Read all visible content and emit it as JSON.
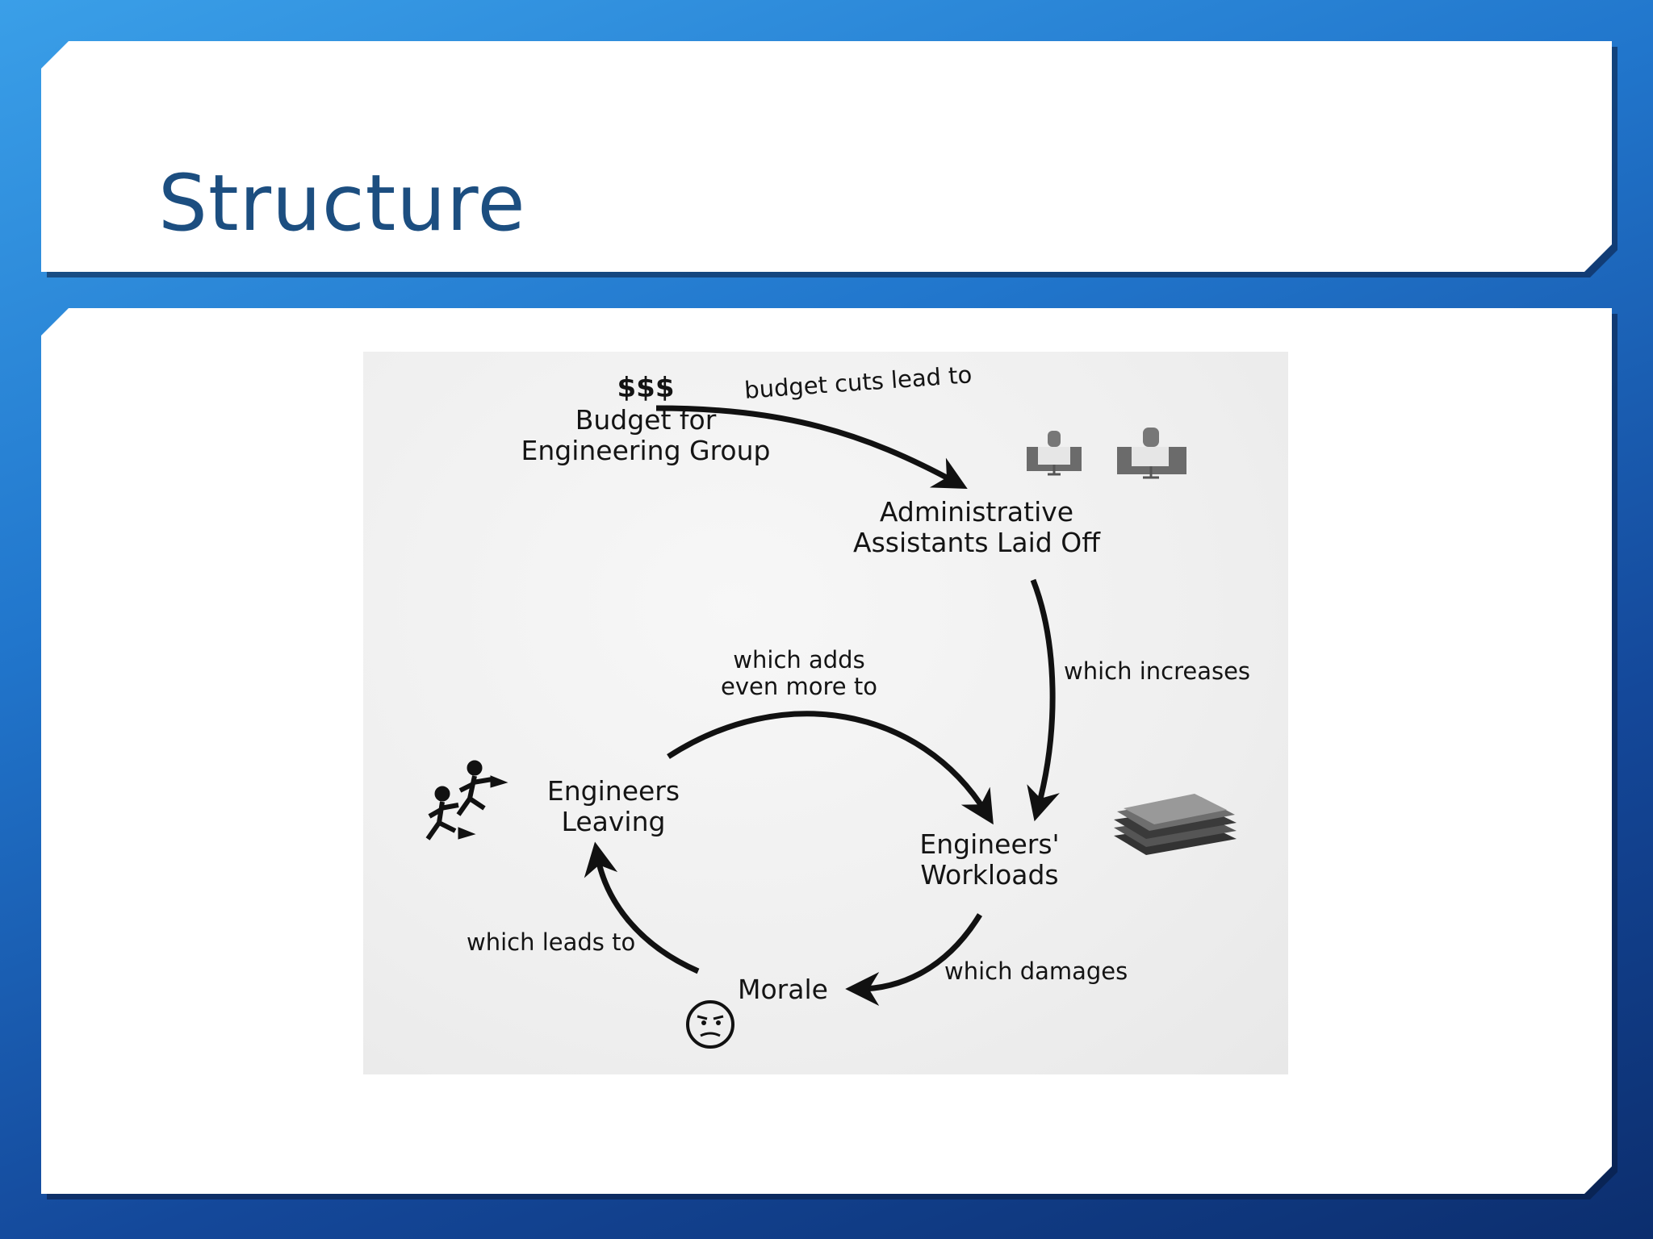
{
  "slide": {
    "title": "Structure"
  },
  "diagram": {
    "nodes": {
      "budget": {
        "icon_text": "$$$",
        "label_line1": "Budget for",
        "label_line2": "Engineering Group",
        "icon": "dollar-signs-icon"
      },
      "admin": {
        "label_line1": "Administrative",
        "label_line2": "Assistants Laid Off",
        "icon": "empty-desk-icon"
      },
      "workload": {
        "label_line1": "Engineers'",
        "label_line2": "Workloads",
        "icon": "paper-stack-icon"
      },
      "morale": {
        "label": "Morale",
        "icon": "sad-face-icon"
      },
      "leaving": {
        "label_line1": "Engineers",
        "label_line2": "Leaving",
        "icon": "running-people-icon"
      }
    },
    "edges": {
      "budget_to_admin": "budget cuts lead to",
      "admin_to_workload": "which increases",
      "workload_to_morale": "which damages",
      "morale_to_leaving": "which leads to",
      "leaving_to_workload_line1": "which adds",
      "leaving_to_workload_line2": "even more to"
    }
  }
}
